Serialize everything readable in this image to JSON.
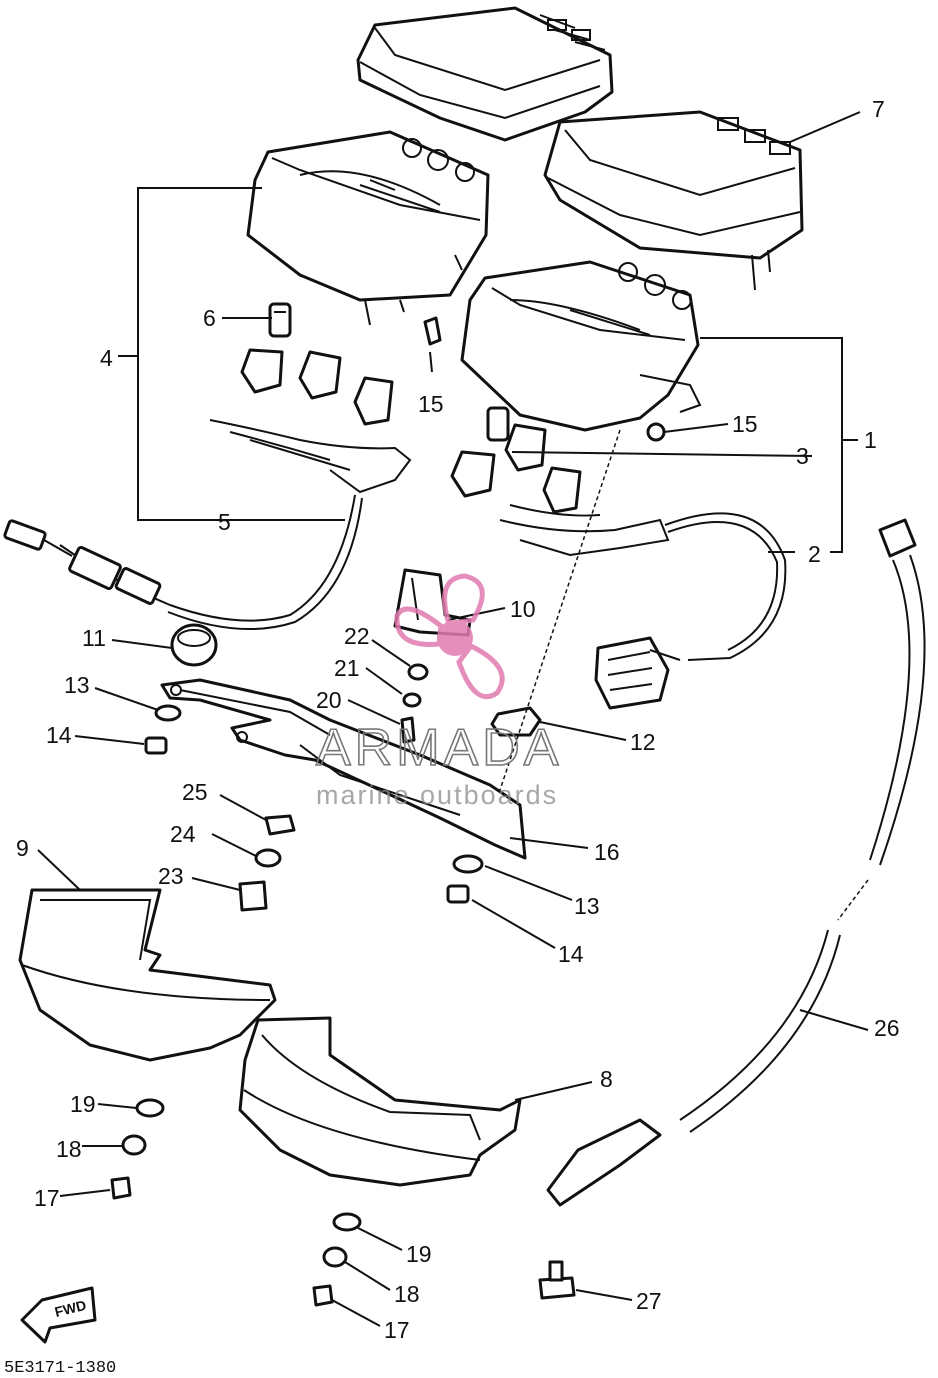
{
  "callouts": {
    "c1": "1",
    "c2": "2",
    "c3": "3",
    "c4": "4",
    "c5": "5",
    "c6": "6",
    "c7": "7",
    "c8": "8",
    "c9": "9",
    "c10": "10",
    "c11": "11",
    "c12": "12",
    "c13a": "13",
    "c13b": "13",
    "c14a": "14",
    "c14b": "14",
    "c15a": "15",
    "c15b": "15",
    "c16": "16",
    "c17a": "17",
    "c17b": "17",
    "c18a": "18",
    "c18b": "18",
    "c19a": "19",
    "c19b": "19",
    "c20": "20",
    "c21": "21",
    "c22": "22",
    "c23": "23",
    "c24": "24",
    "c25": "25",
    "c26": "26",
    "c27": "27"
  },
  "drawing_code": "5E3171-1380",
  "fwd_label": "FWD",
  "watermark": {
    "brand": "ARMADA",
    "tagline": "marine outboards",
    "accent_color": "#e27bb0"
  }
}
